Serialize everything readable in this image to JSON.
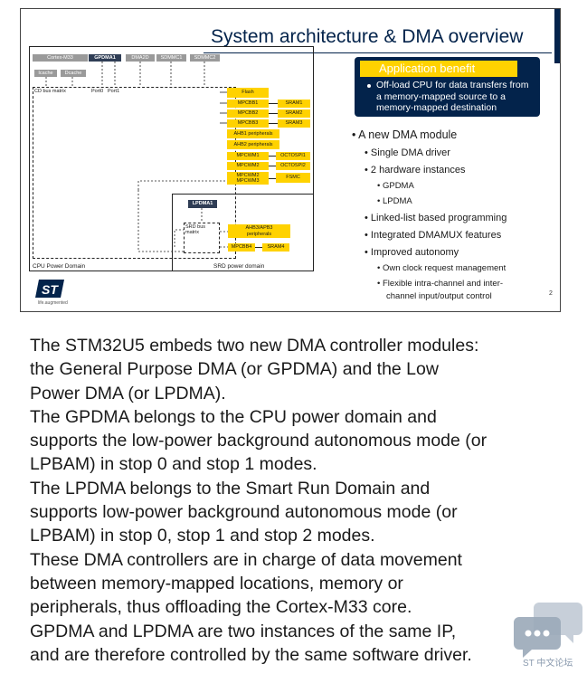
{
  "slide": {
    "title": "System architecture & DMA overview",
    "page_number": "2",
    "logo_text": "ST",
    "logo_tagline": "life.augmented",
    "diagram": {
      "top_masters": [
        "Cortex-M33",
        "GPDMA1",
        "DMA2D",
        "SDMMC1",
        "SDMMC2"
      ],
      "caches": [
        "Icache",
        "Dcache"
      ],
      "cd_bus_matrix": "CD bus matrix",
      "ports": [
        "Port0",
        "Port1"
      ],
      "flash": "Flash",
      "mpcbb": [
        "MPCBB1",
        "MPCBB2",
        "MPCBB3"
      ],
      "sram": [
        "SRAM1",
        "SRAM2",
        "SRAM3"
      ],
      "ahb_periph": [
        "AHB1 peripherals",
        "AHB2 peripherals"
      ],
      "mpcwm": [
        "MPCWM1",
        "MPCWM2",
        "MPCWM2\nMPCWM3"
      ],
      "octospi": [
        "OCTOSPI1",
        "OCTOSPI2"
      ],
      "fsmc": "FSMC",
      "lpdma": "LPDMA1",
      "srd_bus_matrix": "SRD bus\nmatrix",
      "ahb3_apb3": "AHB3/APB3\nperipherals",
      "mpcbb4": "MPCBB4",
      "sram4": "SRAM4",
      "cpu_domain": "CPU Power Domain",
      "srd_domain": "SRD power domain"
    },
    "benefit": {
      "title": "Application benefit",
      "text": "Off-load CPU for data transfers from a memory-mapped source to a memory-mapped destination"
    },
    "bullets": [
      {
        "level": 1,
        "text": "A new DMA module"
      },
      {
        "level": 2,
        "text": "Single DMA driver"
      },
      {
        "level": 2,
        "text": "2 hardware instances"
      },
      {
        "level": 3,
        "text": "GPDMA"
      },
      {
        "level": 3,
        "text": "LPDMA"
      },
      {
        "level": 2,
        "text": "Linked-list based programming"
      },
      {
        "level": 2,
        "text": "Integrated DMAMUX features"
      },
      {
        "level": 2,
        "text": "Improved autonomy"
      },
      {
        "level": 3,
        "text": "Own clock request management"
      },
      {
        "level": 3,
        "text": "Flexible intra-channel and inter-"
      },
      {
        "level": 3,
        "text": "channel input/output control"
      }
    ]
  },
  "notes": [
    "The STM32U5 embeds two new DMA controller modules:",
    "the General Purpose DMA (or GPDMA) and the Low",
    "Power DMA (or LPDMA).",
    "The GPDMA belongs to the CPU power domain and",
    "supports the low-power background autonomous mode (or",
    "LPBAM) in stop 0 and stop 1 modes.",
    "The LPDMA belongs to the Smart Run Domain and",
    "supports low-power background autonomous mode (or",
    "LPBAM) in stop 0, stop 1 and stop 2 modes.",
    "These DMA controllers are in charge of data movement",
    "between memory-mapped locations, memory or",
    "peripherals, thus offloading the Cortex-M33 core.",
    "GPDMA and LPDMA are two instances of the same IP,",
    "and are therefore controlled by the same software driver."
  ],
  "watermark": {
    "icon": "chat-bubbles-icon",
    "text": "ST 中文论坛"
  }
}
